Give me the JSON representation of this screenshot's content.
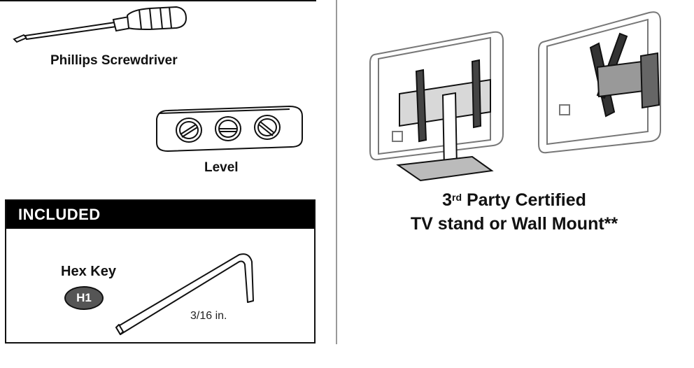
{
  "tools": {
    "screwdriver_label": "Phillips Screwdriver",
    "level_label": "Level"
  },
  "included": {
    "title": "INCLUDED",
    "hex_key_label": "Hex Key",
    "hex_key_badge": "H1",
    "hex_key_size": "3/16 in."
  },
  "mount": {
    "caption_prefix": "3",
    "caption_superscript": "rd",
    "caption_line1_rest": " Party Certified",
    "caption_line2": "TV stand or Wall Mount**"
  }
}
